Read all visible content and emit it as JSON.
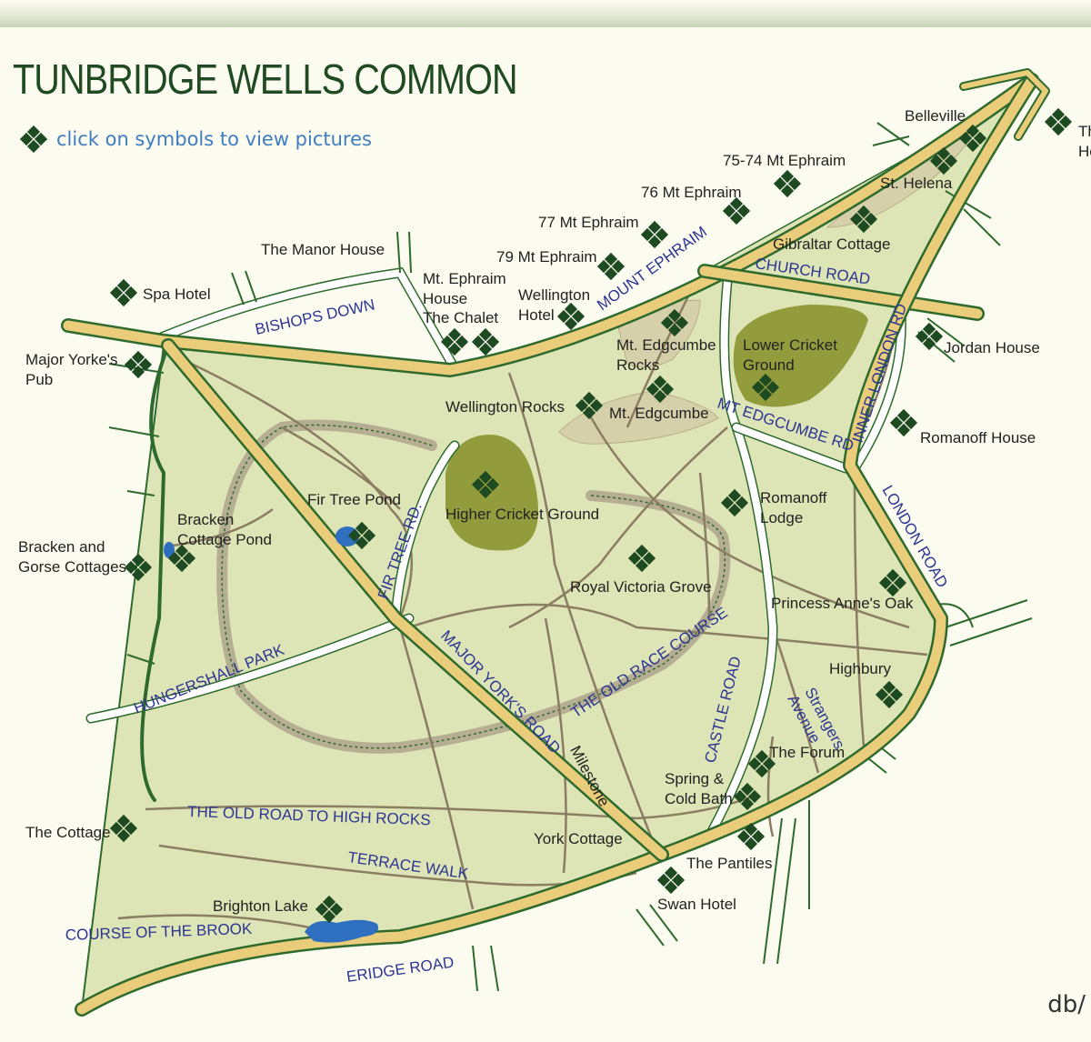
{
  "title": "TUNBRIDGE WELLS COMMON",
  "hint": "click on symbols to view pictures",
  "credit": "db/",
  "colors": {
    "common": "#dde5b6",
    "cricket": "#939c3c",
    "road_fill": "#e9cd7a",
    "road_edge": "#2e6a2e",
    "rocks": "#d6d0aa",
    "water": "#2f6fc0",
    "path": "#8b7d62",
    "symbol": "#1e4a22",
    "road_label": "#2d3593"
  },
  "places": [
    {
      "label": "The Manor House",
      "symbol": false
    },
    {
      "label": "Spa Hotel",
      "symbol": true
    },
    {
      "label": "Major Yorke's",
      "label2": "Pub",
      "symbol": true
    },
    {
      "label": "Mt. Ephraim",
      "label2": "House",
      "symbol": true
    },
    {
      "label": "The Chalet",
      "symbol": true
    },
    {
      "label": "Wellington",
      "label2": "Hotel",
      "symbol": true
    },
    {
      "label": "79 Mt Ephraim",
      "symbol": true
    },
    {
      "label": "77 Mt Ephraim",
      "symbol": true
    },
    {
      "label": "76 Mt Ephraim",
      "symbol": true
    },
    {
      "label": "75-74 Mt Ephraim",
      "symbol": true
    },
    {
      "label": "Belleville",
      "symbol": true
    },
    {
      "label": "St. Helena",
      "symbol": true
    },
    {
      "label": "Gibraltar Cottage",
      "symbol": true
    },
    {
      "label": "Mt. Edgcumbe",
      "label2": "Rocks",
      "symbol": true
    },
    {
      "label": "Lower Cricket",
      "label2": "Ground",
      "symbol": true
    },
    {
      "label": "Jordan House",
      "symbol": true
    },
    {
      "label": "Wellington Rocks",
      "symbol": true
    },
    {
      "label": "Mt. Edgcumbe",
      "symbol": true
    },
    {
      "label": "Romanoff House",
      "symbol": true
    },
    {
      "label": "Fir Tree Pond",
      "symbol": true
    },
    {
      "label": "Higher Cricket Ground",
      "symbol": true
    },
    {
      "label": "Romanoff",
      "label2": "Lodge",
      "symbol": true
    },
    {
      "label": "Bracken",
      "label2": "Cottage Pond",
      "symbol": true
    },
    {
      "label": "Bracken and",
      "label2": "Gorse Cottages",
      "symbol": true
    },
    {
      "label": "Royal Victoria Grove",
      "symbol": true
    },
    {
      "label": "Princess Anne's Oak",
      "symbol": true
    },
    {
      "label": "Highbury",
      "symbol": true
    },
    {
      "label": "The Forum",
      "symbol": true
    },
    {
      "label": "Spring &",
      "label2": "Cold Bath",
      "symbol": true
    },
    {
      "label": "The Cottage",
      "symbol": true
    },
    {
      "label": "York Cottage",
      "symbol": false
    },
    {
      "label": "The Pantiles",
      "symbol": true
    },
    {
      "label": "Swan Hotel",
      "symbol": true
    },
    {
      "label": "Brighton Lake",
      "symbol": true
    },
    {
      "label": "Th",
      "label2": "He",
      "symbol": true
    },
    {
      "label": "Milestone",
      "symbol": false
    }
  ],
  "roads": [
    "BISHOPS DOWN",
    "MOUNT EPHRAIM",
    "CHURCH ROAD",
    "INNER LONDON RD",
    "MT EDGCUMBE RD",
    "FIR TREE RD.",
    "LONDON ROAD",
    "HUNGERSHALL PARK",
    "MAJOR YORK'S ROAD",
    "THE OLD RACE COURSE",
    "CASTLE ROAD",
    "Strangers",
    "Avenue",
    "THE OLD ROAD TO HIGH ROCKS",
    "TERRACE WALK",
    "COURSE OF THE BROOK",
    "ERIDGE ROAD"
  ]
}
